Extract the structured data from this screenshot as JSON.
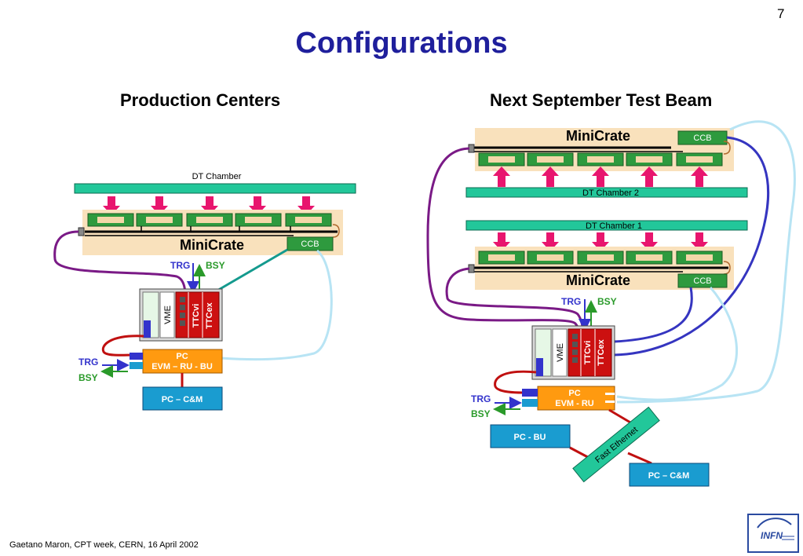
{
  "page_number": "7",
  "title": "Configurations",
  "left": {
    "heading": "Production Centers",
    "chamber": "DT Chamber",
    "minicrate": "MiniCrate",
    "ccb": "CCB",
    "trg": "TRG",
    "bsy": "BSY",
    "vme": "VME",
    "ttcvi": "TTCvi",
    "ttcex": "TTCex",
    "pc_line1": "PC",
    "pc_line2": "EVM – RU - BU",
    "pc_cm": "PC – C&M"
  },
  "right": {
    "heading": "Next September Test Beam",
    "minicrate_top": "MiniCrate",
    "minicrate_bottom": "MiniCrate",
    "ccb": "CCB",
    "chamber2": "DT Chamber 2",
    "chamber1": "DT Chamber 1",
    "trg": "TRG",
    "bsy": "BSY",
    "vme": "VME",
    "ttcvi": "TTCvi",
    "ttcex": "TTCex",
    "pc_line1": "PC",
    "pc_line2": "EVM - RU",
    "pc_bu": "PC - BU",
    "pc_cm": "PC – C&M",
    "fast_ethernet": "Fast Ethernet"
  },
  "footer": "Gaetano Maron, CPT week, CERN, 16 April 2002",
  "logo_text": "INFN",
  "colors": {
    "title": "#1f1f9c",
    "chamber": "#22c79a",
    "minicrate_bg": "#f9e1bc",
    "board": "#2e9a3e",
    "arrow": "#e8156e",
    "vme_red": "#cc1010",
    "pc": "#ff9a10",
    "pc_blue": "#1a9cd0",
    "trg": "#3333cc",
    "bsy": "#2a9a2a",
    "purple_cable": "#7a1a86",
    "blue_cable": "#3535c0",
    "light_cable": "#b8e4f4",
    "teal_cable": "#149a8e",
    "red_cable": "#c01010"
  }
}
